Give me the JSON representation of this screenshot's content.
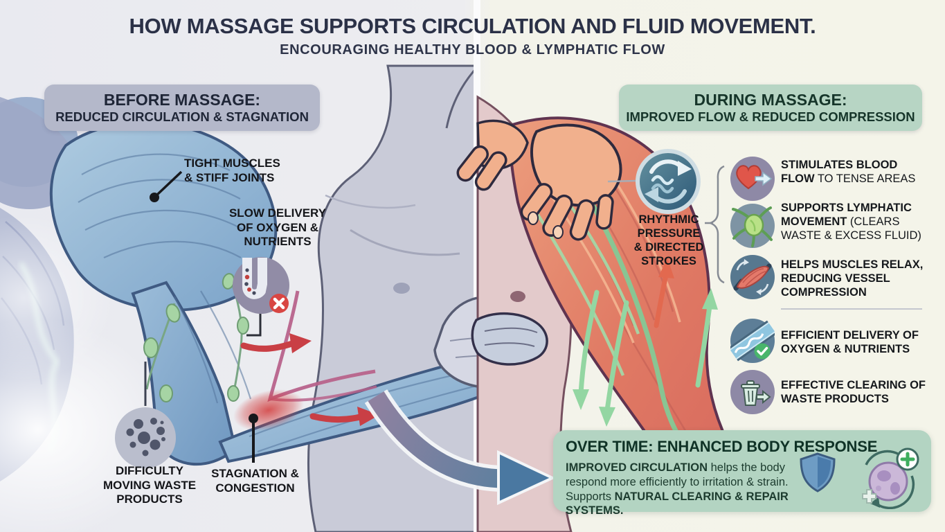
{
  "header": {
    "title": "HOW MASSAGE SUPPORTS CIRCULATION AND FLUID MOVEMENT.",
    "subtitle": "ENCOURAGING HEALTHY BLOOD & LYMPHATIC FLOW"
  },
  "before_panel": {
    "heading": "BEFORE MASSAGE:",
    "subheading": "REDUCED CIRCULATION & STAGNATION",
    "annotations": {
      "tight_muscles": "TIGHT MUSCLES\n& STIFF JOINTS",
      "slow_delivery": "SLOW DELIVERY\nOF OXYGEN &\nNUTRIENTS",
      "difficulty_waste": "DIFFICULTY\nMOVING WASTE\nPRODUCTS",
      "stagnation": "STAGNATION &\nCONGESTION"
    },
    "icons": [
      "clogged-vessel-icon",
      "waste-particles-icon"
    ]
  },
  "during_panel": {
    "heading": "DURING MASSAGE:",
    "subheading": "IMPROVED FLOW & REDUCED COMPRESSION",
    "technique_label": "RHYTHMIC\nPRESSURE\n& DIRECTED\nSTROKES",
    "technique_icon": "rhythmic-strokes-icon",
    "benefits": [
      {
        "icon": "heart-flow-icon",
        "bold": "STIMULATES BLOOD FLOW",
        "rest": " TO TENSE AREAS"
      },
      {
        "icon": "lymph-node-icon",
        "bold": "SUPPORTS LYMPHATIC MOVEMENT",
        "rest": " (CLEARS WASTE & EXCESS FLUID)"
      },
      {
        "icon": "muscle-relax-icon",
        "bold": "HELPS MUSCLES RELAX, REDUCING VESSEL COMPRESSION",
        "rest": ""
      },
      {
        "icon": "vessel-check-icon",
        "bold": "EFFICIENT DELIVERY OF OXYGEN & NUTRIENTS",
        "rest": ""
      },
      {
        "icon": "waste-clearing-icon",
        "bold": "EFFECTIVE CLEARING OF WASTE PRODUCTS",
        "rest": ""
      }
    ]
  },
  "outcome_panel": {
    "heading": "OVER TIME: ENHANCED BODY RESPONSE",
    "body_segments": [
      {
        "bold": true,
        "text": "IMPROVED CIRCULATION"
      },
      {
        "bold": false,
        "text": " helps the body respond more efficiently to irritation & strain. Supports "
      },
      {
        "bold": true,
        "text": "NATURAL CLEARING & REPAIR SYSTEMS."
      }
    ],
    "icons": [
      "shield-icon",
      "repair-cell-icon",
      "plus-badge-icon"
    ]
  },
  "palette": {
    "before_box": "#b4b8ca",
    "during_box": "#b7d5c4",
    "outcome_box": "#b3d4c2",
    "title_text": "#2b3147",
    "cool_muscle": "#8fb4d6",
    "warm_muscle": "#e2836f",
    "lymph_green": "#a6d4a4",
    "stagnation_red": "#c93f45",
    "flow_green": "#93d6a2",
    "transition_arrow": "#4a78a1",
    "error_badge": "#d84643",
    "success_badge": "#49b56b"
  }
}
